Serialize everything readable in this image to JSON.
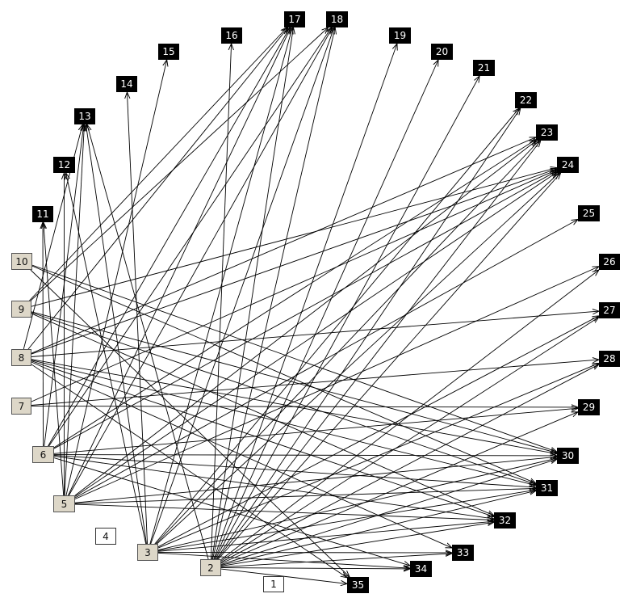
{
  "diagram": {
    "nodes": [
      {
        "id": "1",
        "label": "1",
        "style": "white"
      },
      {
        "id": "2",
        "label": "2",
        "style": "beige"
      },
      {
        "id": "3",
        "label": "3",
        "style": "beige"
      },
      {
        "id": "4",
        "label": "4",
        "style": "white"
      },
      {
        "id": "5",
        "label": "5",
        "style": "beige"
      },
      {
        "id": "6",
        "label": "6",
        "style": "beige"
      },
      {
        "id": "7",
        "label": "7",
        "style": "beige"
      },
      {
        "id": "8",
        "label": "8",
        "style": "beige"
      },
      {
        "id": "9",
        "label": "9",
        "style": "beige"
      },
      {
        "id": "10",
        "label": "10",
        "style": "beige"
      },
      {
        "id": "11",
        "label": "11",
        "style": "black"
      },
      {
        "id": "12",
        "label": "12",
        "style": "black"
      },
      {
        "id": "13",
        "label": "13",
        "style": "black"
      },
      {
        "id": "14",
        "label": "14",
        "style": "black"
      },
      {
        "id": "15",
        "label": "15",
        "style": "black"
      },
      {
        "id": "16",
        "label": "16",
        "style": "black"
      },
      {
        "id": "17",
        "label": "17",
        "style": "black"
      },
      {
        "id": "18",
        "label": "18",
        "style": "black"
      },
      {
        "id": "19",
        "label": "19",
        "style": "black"
      },
      {
        "id": "20",
        "label": "20",
        "style": "black"
      },
      {
        "id": "21",
        "label": "21",
        "style": "black"
      },
      {
        "id": "22",
        "label": "22",
        "style": "black"
      },
      {
        "id": "23",
        "label": "23",
        "style": "black"
      },
      {
        "id": "24",
        "label": "24",
        "style": "black"
      },
      {
        "id": "25",
        "label": "25",
        "style": "black"
      },
      {
        "id": "26",
        "label": "26",
        "style": "black"
      },
      {
        "id": "27",
        "label": "27",
        "style": "black"
      },
      {
        "id": "28",
        "label": "28",
        "style": "black"
      },
      {
        "id": "29",
        "label": "29",
        "style": "black"
      },
      {
        "id": "30",
        "label": "30",
        "style": "black"
      },
      {
        "id": "31",
        "label": "31",
        "style": "black"
      },
      {
        "id": "32",
        "label": "32",
        "style": "black"
      },
      {
        "id": "33",
        "label": "33",
        "style": "black"
      },
      {
        "id": "34",
        "label": "34",
        "style": "black"
      },
      {
        "id": "35",
        "label": "35",
        "style": "black"
      }
    ],
    "edges": [
      [
        "2",
        "16"
      ],
      [
        "2",
        "17"
      ],
      [
        "2",
        "18"
      ],
      [
        "2",
        "19"
      ],
      [
        "2",
        "20"
      ],
      [
        "2",
        "21"
      ],
      [
        "2",
        "22"
      ],
      [
        "2",
        "23"
      ],
      [
        "2",
        "24"
      ],
      [
        "2",
        "26"
      ],
      [
        "2",
        "27"
      ],
      [
        "2",
        "28"
      ],
      [
        "2",
        "29"
      ],
      [
        "2",
        "30"
      ],
      [
        "2",
        "31"
      ],
      [
        "2",
        "32"
      ],
      [
        "2",
        "33"
      ],
      [
        "2",
        "34"
      ],
      [
        "2",
        "35"
      ],
      [
        "2",
        "13"
      ],
      [
        "3",
        "13"
      ],
      [
        "3",
        "14"
      ],
      [
        "3",
        "17"
      ],
      [
        "3",
        "18"
      ],
      [
        "3",
        "22"
      ],
      [
        "3",
        "23"
      ],
      [
        "3",
        "24"
      ],
      [
        "3",
        "27"
      ],
      [
        "3",
        "28"
      ],
      [
        "3",
        "30"
      ],
      [
        "3",
        "31"
      ],
      [
        "3",
        "32"
      ],
      [
        "3",
        "33"
      ],
      [
        "3",
        "34"
      ],
      [
        "3",
        "12"
      ],
      [
        "5",
        "12"
      ],
      [
        "5",
        "13"
      ],
      [
        "5",
        "15"
      ],
      [
        "5",
        "17"
      ],
      [
        "5",
        "18"
      ],
      [
        "5",
        "23"
      ],
      [
        "5",
        "24"
      ],
      [
        "5",
        "25"
      ],
      [
        "5",
        "26"
      ],
      [
        "5",
        "30"
      ],
      [
        "5",
        "31"
      ],
      [
        "5",
        "32"
      ],
      [
        "5",
        "11"
      ],
      [
        "6",
        "11"
      ],
      [
        "6",
        "13"
      ],
      [
        "6",
        "17"
      ],
      [
        "6",
        "18"
      ],
      [
        "6",
        "23"
      ],
      [
        "6",
        "24"
      ],
      [
        "6",
        "29"
      ],
      [
        "6",
        "30"
      ],
      [
        "6",
        "31"
      ],
      [
        "6",
        "32"
      ],
      [
        "6",
        "34"
      ],
      [
        "7",
        "24"
      ],
      [
        "7",
        "28"
      ],
      [
        "7",
        "29"
      ],
      [
        "8",
        "13"
      ],
      [
        "8",
        "17"
      ],
      [
        "8",
        "23"
      ],
      [
        "8",
        "24"
      ],
      [
        "8",
        "27"
      ],
      [
        "8",
        "30"
      ],
      [
        "8",
        "31"
      ],
      [
        "8",
        "32"
      ],
      [
        "8",
        "33"
      ],
      [
        "8",
        "35"
      ],
      [
        "9",
        "17"
      ],
      [
        "9",
        "18"
      ],
      [
        "9",
        "24"
      ],
      [
        "9",
        "30"
      ],
      [
        "9",
        "31"
      ],
      [
        "9",
        "32"
      ],
      [
        "10",
        "30"
      ],
      [
        "10",
        "31"
      ],
      [
        "10",
        "35"
      ]
    ]
  }
}
